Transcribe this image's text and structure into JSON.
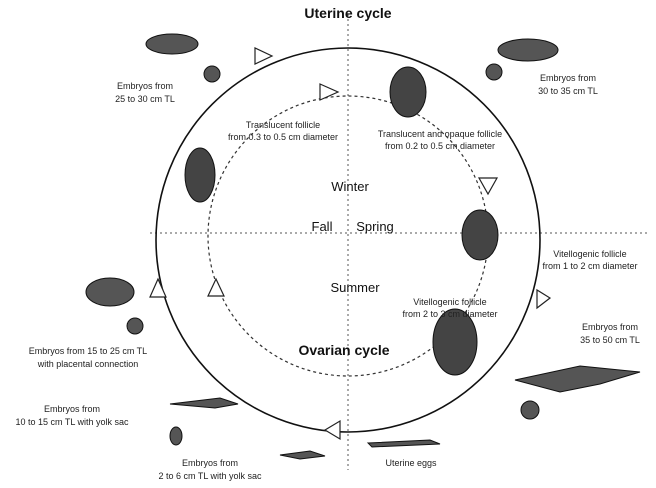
{
  "titles": {
    "outer": "Uterine cycle",
    "inner": "Ovarian cycle"
  },
  "seasons": {
    "winter": "Winter",
    "spring": "Spring",
    "summer": "Summer",
    "fall": "Fall"
  },
  "ovarian_labels": {
    "translucent_l1": "Translucent follicle",
    "translucent_l2": "from 0.3 to 0.5 cm diameter",
    "opaque_l1": "Translucent and opaque follicle",
    "opaque_l2": "from 0.2 to 0.5 cm diameter",
    "vitello1_l1": "Vitellogenic follicle",
    "vitello1_l2": "from 1 to 2 cm diameter",
    "vitello2_l1": "Vitellogenic follicle",
    "vitello2_l2": "from 2 to 3 cm diameter"
  },
  "uterine_labels": {
    "e25_l1": "Embryos from",
    "e25_l2": "25 to 30 cm TL",
    "e30_l1": "Embryos from",
    "e30_l2": "30 to 35 cm TL",
    "e35_l1": "Embryos from",
    "e35_l2": "35 to 50 cm TL",
    "e15_l1": "Embryos from 15 to 25 cm TL",
    "e15_l2": "with placental connection",
    "e10_l1": "Embryos from",
    "e10_l2": "10 to 15 cm TL with yolk sac",
    "e2_l1": "Embryos from",
    "e2_l2": "2 to 6 cm TL with yolk sac",
    "eggs": "Uterine eggs"
  }
}
